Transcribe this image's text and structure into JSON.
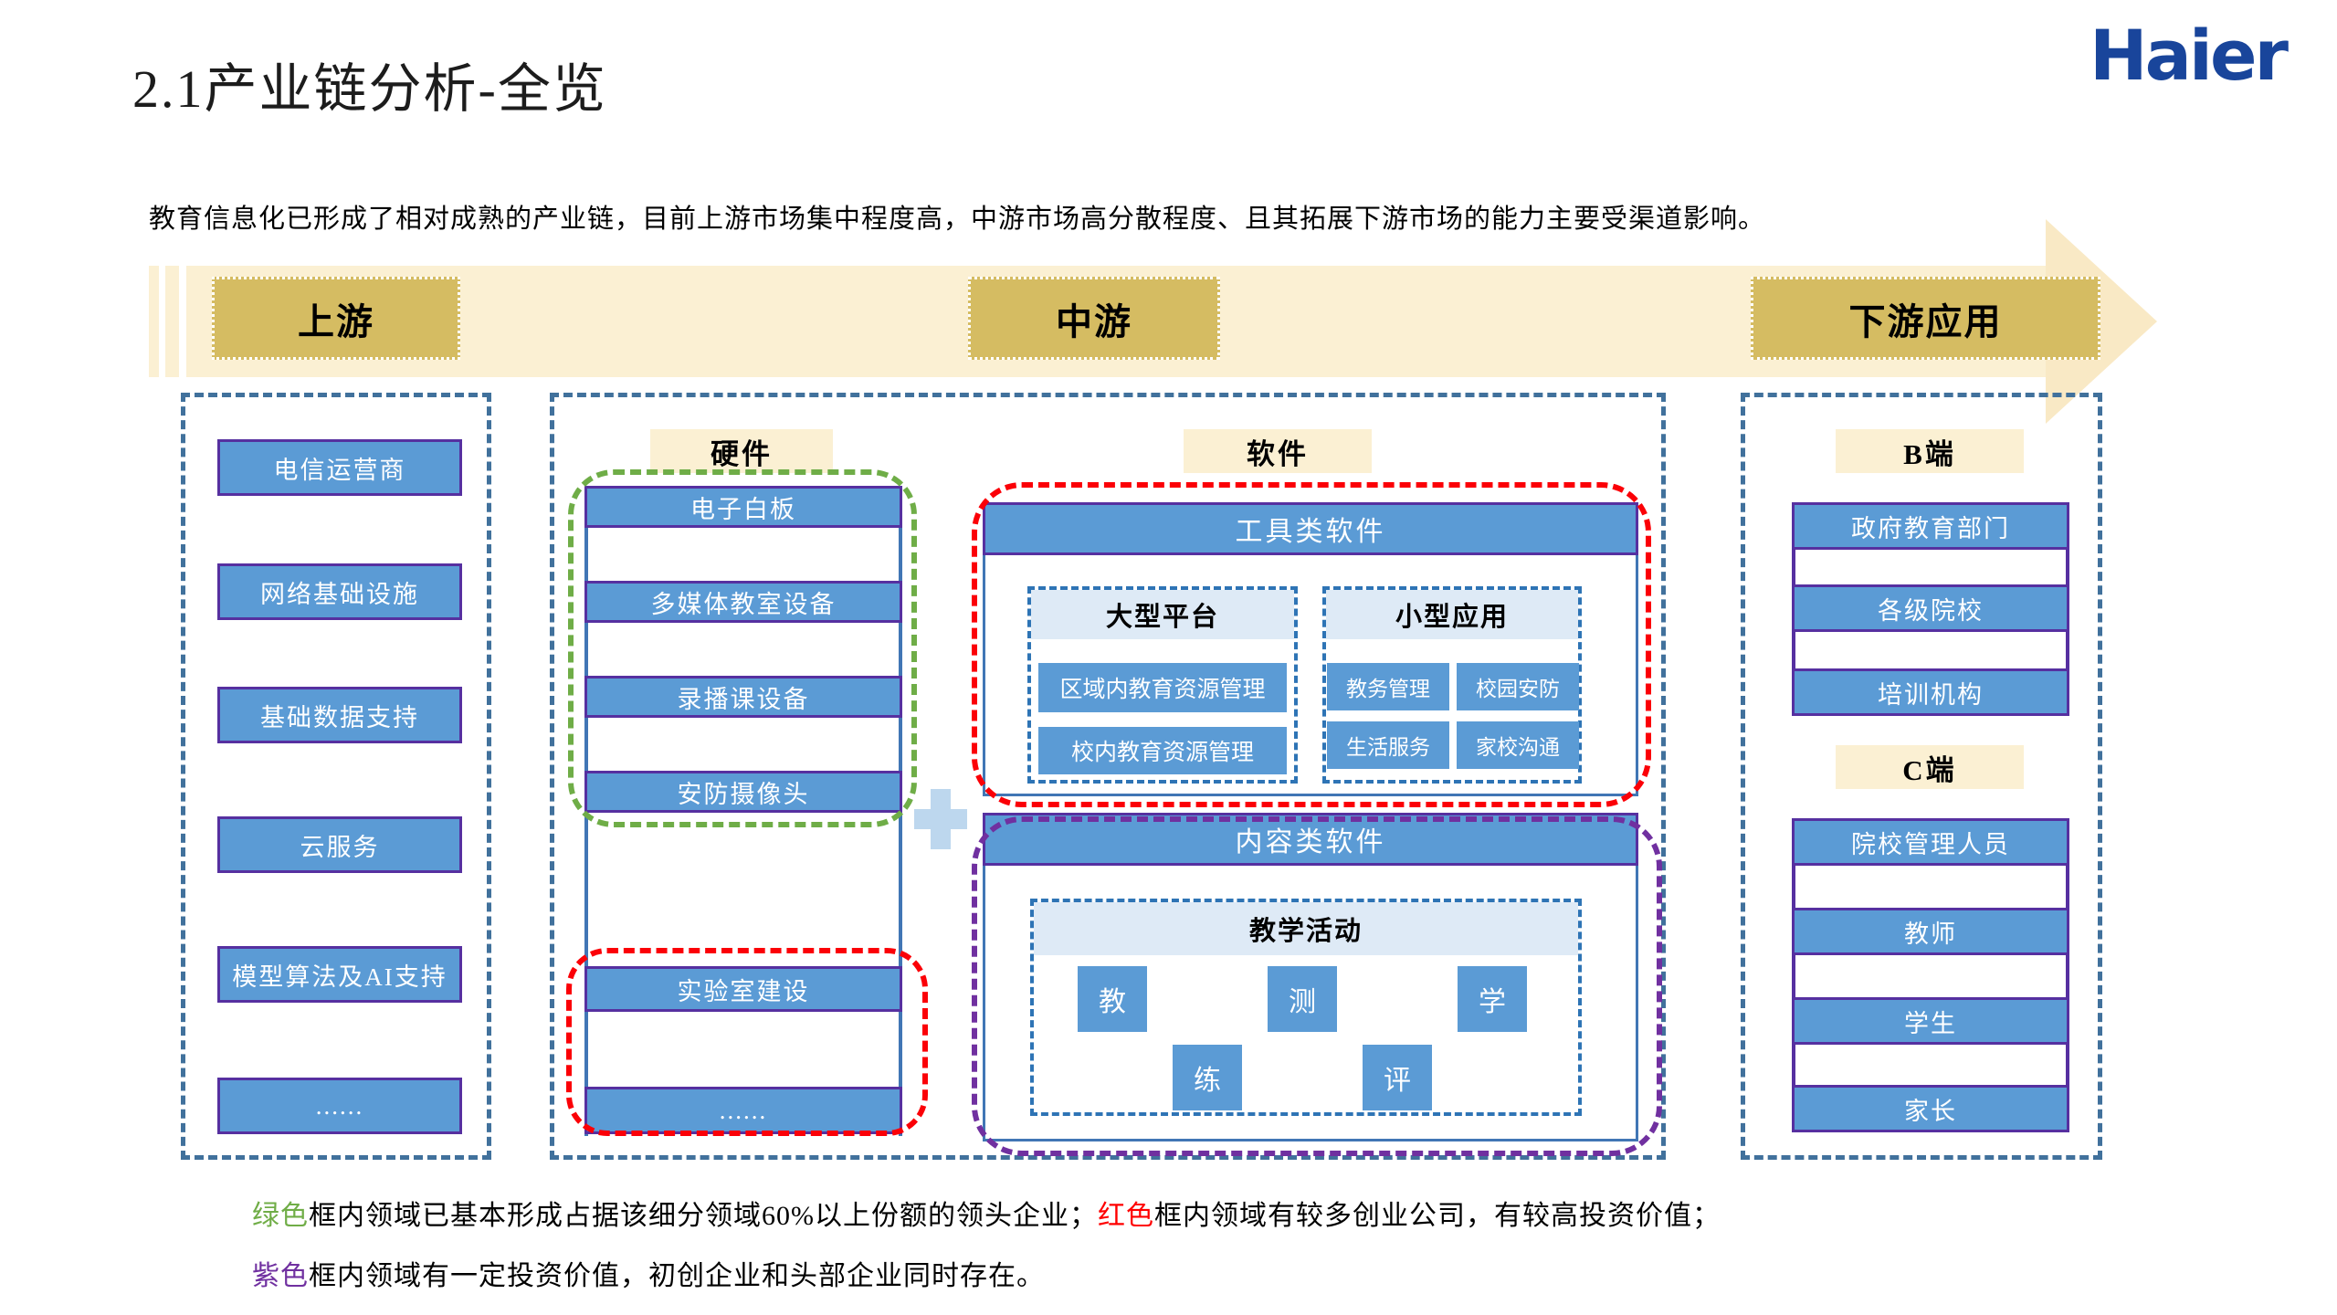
{
  "page": {
    "title": "2.1产业链分析-全览",
    "logo": "Haier",
    "subtitle": "教育信息化已形成了相对成熟的产业链，目前上游市场集中程度高，中游市场高分散程度、且其拓展下游市场的能力主要受渠道影响。"
  },
  "banner": {
    "stages": [
      "上游",
      "中游",
      "下游应用"
    ]
  },
  "upstream": {
    "items": [
      "电信运营商",
      "网络基础设施",
      "基础数据支持",
      "云服务",
      "模型算法及AI支持",
      "......"
    ]
  },
  "midstream": {
    "hardware": {
      "header": "硬件",
      "items": [
        "电子白板",
        "多媒体教室设备",
        "录播课设备",
        "安防摄像头"
      ],
      "lab_items": [
        "实验室建设",
        "......"
      ]
    },
    "software": {
      "header": "软件",
      "tools": {
        "title": "工具类软件",
        "large_platform": {
          "title": "大型平台",
          "items": [
            "区域内教育资源管理",
            "校内教育资源管理"
          ]
        },
        "small_apps": {
          "title": "小型应用",
          "items": [
            "教务管理",
            "校园安防",
            "生活服务",
            "家校沟通"
          ]
        }
      },
      "content": {
        "title": "内容类软件",
        "teaching": {
          "title": "教学活动",
          "top_items": [
            "教",
            "测",
            "学"
          ],
          "bottom_items": [
            "练",
            "评"
          ]
        }
      }
    }
  },
  "downstream": {
    "b_side": {
      "header": "B端",
      "items": [
        "政府教育部门",
        "各级院校",
        "培训机构"
      ]
    },
    "c_side": {
      "header": "C端",
      "items": [
        "院校管理人员",
        "教师",
        "学生",
        "家长"
      ]
    }
  },
  "footnotes": {
    "line1": [
      {
        "text": "绿色",
        "color": "#70AD47"
      },
      {
        "text": "框内领域已基本形成占据该细分领域60%以上份额的领头企业；",
        "color": "#000000"
      },
      {
        "text": "红色",
        "color": "#FF0000"
      },
      {
        "text": "框内领域有较多创业公司，有较高投资价值；",
        "color": "#000000"
      }
    ],
    "line2": [
      {
        "text": "紫色",
        "color": "#7030A0"
      },
      {
        "text": "框内领域有一定投资价值，初创企业和头部企业同时存在。",
        "color": "#000000"
      }
    ]
  },
  "colors": {
    "bar_fill": "#5B9BD5",
    "bar_border": "#5630A0",
    "column_dash": "#41719C",
    "green_dash": "#6FAD47",
    "red_dash": "#FB0007",
    "purple_dash": "#7030A0",
    "cream": "#FBF0D3",
    "gold": "#D5BC62",
    "subheader_fill": "#DEEAF6",
    "plus": "#BDD7EE",
    "haier_blue": "#19459B"
  }
}
